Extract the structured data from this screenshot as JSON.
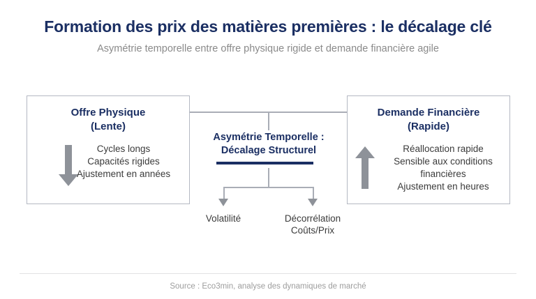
{
  "header": {
    "title": "Formation des prix des matières premières : le décalage clé",
    "subtitle": "Asymétrie temporelle entre offre physique rigide et demande financière agile"
  },
  "diagram": {
    "left_box": {
      "title_line1": "Offre Physique",
      "title_line2": "(Lente)",
      "arrow": "arrow-down",
      "bullets_line1": "Cycles longs",
      "bullets_line2": "Capacités rigides",
      "bullets_line3": "Ajustement en années"
    },
    "right_box": {
      "title_line1": "Demande Financière",
      "title_line2": "(Rapide)",
      "arrow": "arrow-up",
      "bullets_line1": "Réallocation rapide",
      "bullets_line2": "Sensible aux conditions",
      "bullets_line3": "financières",
      "bullets_line4": "Ajustement en heures"
    },
    "center": {
      "title_line1": "Asymétrie Temporelle :",
      "title_line2": "Décalage Structurel"
    },
    "outcomes": [
      {
        "label_line1": "Volatilité",
        "label_line2": ""
      },
      {
        "label_line1": "Décorrélation",
        "label_line2": "Coûts/Prix"
      }
    ]
  },
  "footer": {
    "source": "Source : Eco3min, analyse des dynamiques de marché"
  },
  "colors": {
    "navy": "#1b2f63",
    "body_text": "#3b3b3b",
    "subtitle_gray": "#8a8a8a",
    "line_gray": "#a9adb6",
    "arrow_gray": "#8e9299",
    "box_border": "#b4b8c2",
    "footer_gray": "#9d9d9d",
    "background": "#ffffff"
  }
}
